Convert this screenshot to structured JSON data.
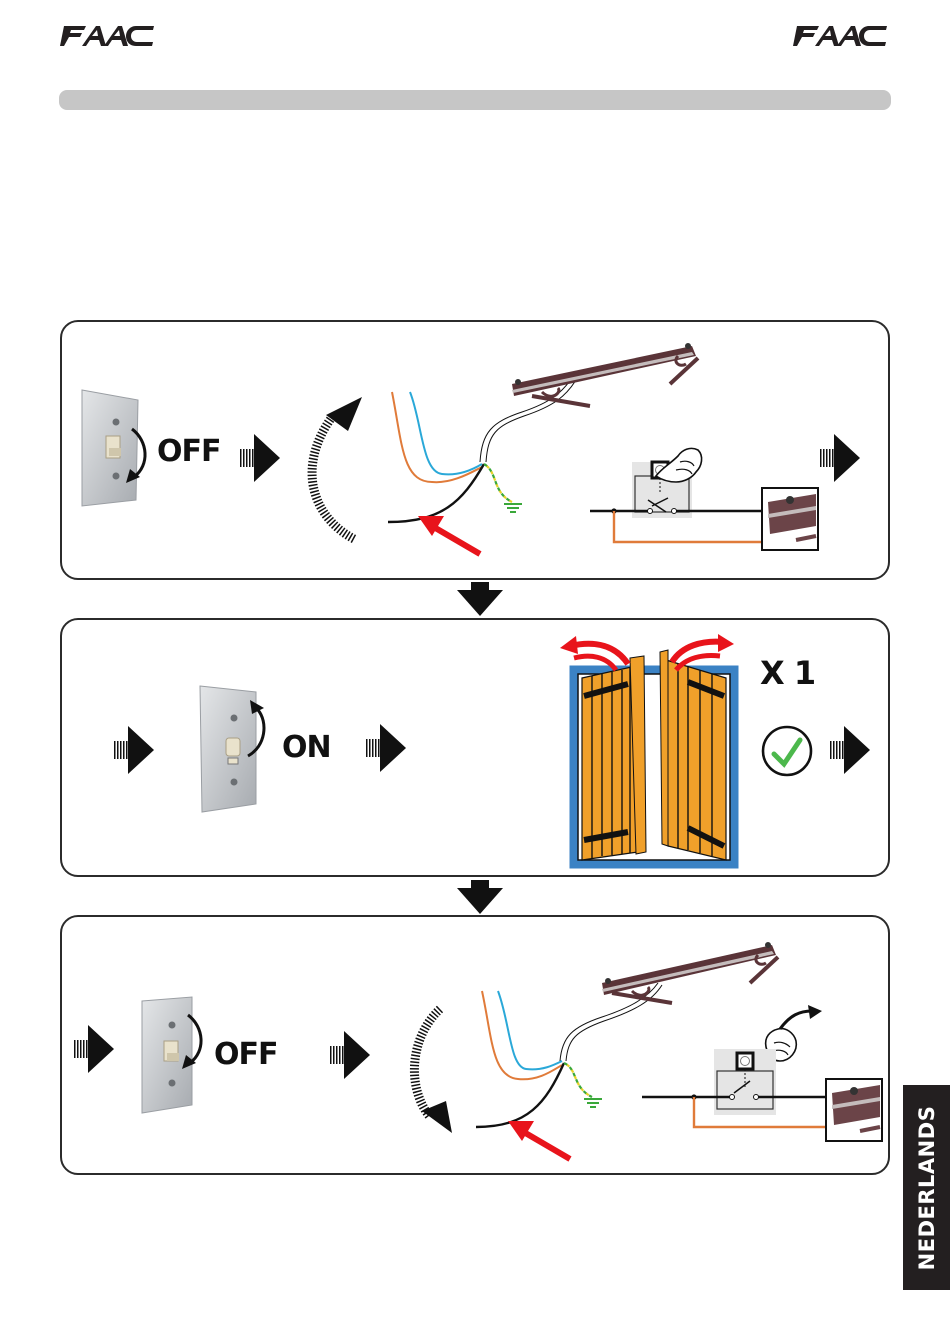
{
  "header": {
    "brand_left": "FAAC",
    "brand_right": "FAAC",
    "section_bar_text": ""
  },
  "colors": {
    "panel_border": "#2b2b2b",
    "header_bar": "#c6c6c6",
    "wire_phase": "#e07b3a",
    "wire_neutral": "#2aa8d8",
    "wire_earth": "#3aa83a",
    "accent_red": "#e8141b",
    "gate_frame": "#3b82c4",
    "gate_wood": "#f0a02a",
    "check_green": "#4cb84c",
    "motor_brown": "#5a3438",
    "side_tab": "#231f20"
  },
  "steps": [
    {
      "id": 1,
      "switch_state": "OFF",
      "switch_arrow": "down",
      "wire_rotation": "counter-clockwise",
      "push_button": "pressed",
      "continue": true
    },
    {
      "id": 2,
      "switch_state": "ON",
      "switch_arrow": "up",
      "gate_action": "open",
      "repeat_label": "X 1",
      "result": "ok",
      "continue": true
    },
    {
      "id": 3,
      "switch_state": "OFF",
      "switch_arrow": "down",
      "wire_rotation": "clockwise",
      "push_button": "released",
      "continue": false
    }
  ],
  "labels": {
    "off": "OFF",
    "on": "ON",
    "repeat": "X 1"
  },
  "side_tab": {
    "language": "NEDERLANDS"
  }
}
